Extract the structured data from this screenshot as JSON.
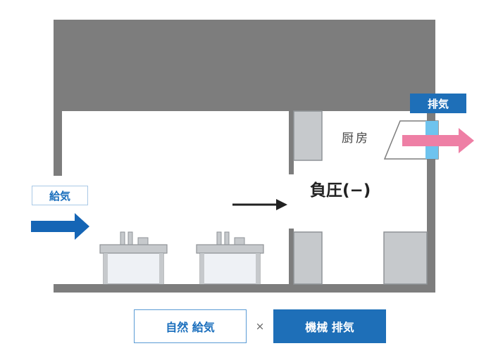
{
  "labels": {
    "supply": "給気",
    "exhaust": "排気",
    "kitchen": "厨房",
    "pressure": "負圧(−)"
  },
  "legend": {
    "natural_supply": "自然 給気",
    "times": "×",
    "mechanical_exhaust": "機械 排気"
  },
  "colors": {
    "wall": "#7d7d7d",
    "equipment": "#c6c9cc",
    "cabinet_fill": "#eef1f5",
    "supply_arrow": "#1565b5",
    "exhaust_arrow": "#ee7fa5",
    "duct": "#6ec3ee",
    "accent": "#1e6fb8"
  }
}
